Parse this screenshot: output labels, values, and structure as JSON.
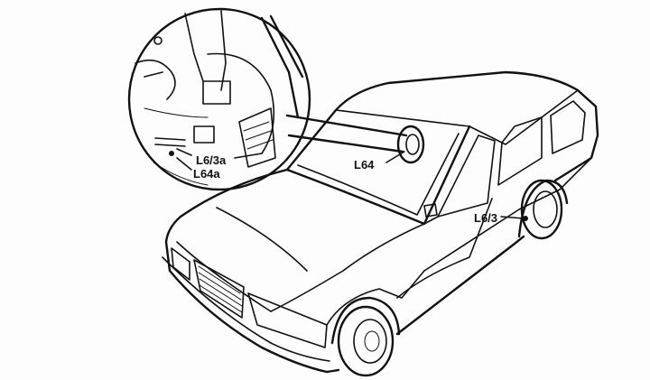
{
  "diagram": {
    "labels": {
      "inset_connector": "L6/3a",
      "inset_bulb": "L64a",
      "body_component": "L64",
      "rear_wheel_sensor": "L6/3"
    },
    "line_color": "#111111",
    "background": "#fdfdfd"
  }
}
